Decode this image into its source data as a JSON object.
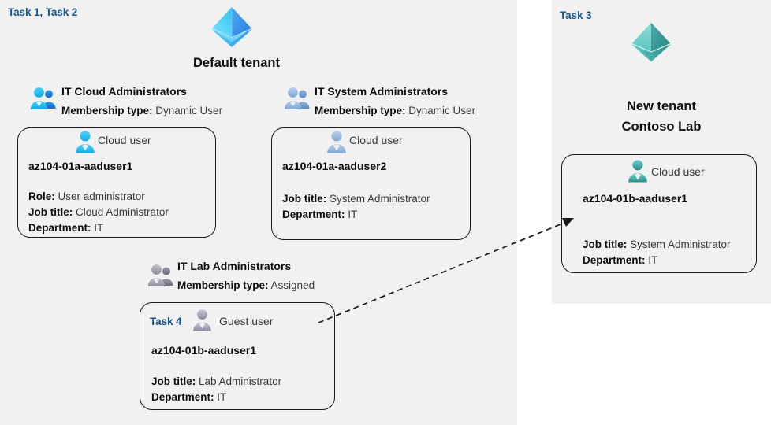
{
  "diagram": {
    "title": "Azure AD tenants, groups and users lab diagram",
    "colors": {
      "panel_bg": "#f1f1f1",
      "task_label": "#16558f",
      "card_border": "#1a1a1a",
      "tenant_blue": "#38b6f0",
      "tenant_teal": "#3fb6b0",
      "user_cyan": "#2bbdf0",
      "user_steel": "#8fb4dc",
      "user_teal": "#3aa6a4",
      "user_grey": "#9a9aa8",
      "group_cyan": "#25bdf2",
      "group_steel": "#8fb4dc",
      "group_grey": "#8e8e9c"
    },
    "panels": [
      {
        "id": "left",
        "task_label": "Task 1, Task 2"
      },
      {
        "id": "right",
        "task_label": "Task 3"
      }
    ],
    "tenants": [
      {
        "id": "default-tenant",
        "icon": "azure-ad-tenant-icon",
        "name_lines": [
          "Default tenant"
        ],
        "accent": "blue"
      },
      {
        "id": "new-tenant",
        "icon": "azure-ad-tenant-icon",
        "name_lines": [
          "New  tenant",
          "Contoso Lab"
        ],
        "accent": "teal"
      }
    ],
    "groups": [
      {
        "id": "it-cloud-administrators",
        "icon": "group-users-icon",
        "icon_variant": "cyan",
        "title": "IT Cloud Administrators",
        "membership_label": "Membership type:",
        "membership_value": "Dynamic User"
      },
      {
        "id": "it-system-administrators",
        "icon": "group-users-icon",
        "icon_variant": "steel",
        "title": "IT System Administrators",
        "membership_label": "Membership type:",
        "membership_value": "Dynamic User"
      },
      {
        "id": "it-lab-administrators",
        "icon": "group-users-icon",
        "icon_variant": "grey",
        "title": "IT Lab Administrators",
        "membership_label": "Membership type:",
        "membership_value": "Assigned"
      }
    ],
    "cards": [
      {
        "id": "card-aaduser1",
        "task_label": "",
        "user_icon": "cloud-user-icon",
        "user_icon_variant": "cyan",
        "user_type": "Cloud user",
        "username": "az104-01a-aaduser1",
        "attributes": [
          {
            "label": "Role:",
            "value": "User administrator"
          },
          {
            "label": "Job title:",
            "value": "Cloud Administrator"
          },
          {
            "label": "Department:",
            "value": "IT"
          }
        ]
      },
      {
        "id": "card-aaduser2",
        "task_label": "",
        "user_icon": "cloud-user-icon",
        "user_icon_variant": "steel",
        "user_type": "Cloud user",
        "username": "az104-01a-aaduser2",
        "attributes": [
          {
            "label": "Job title:",
            "value": "System Administrator"
          },
          {
            "label": "Department:",
            "value": "IT"
          }
        ]
      },
      {
        "id": "card-guest-aaduser1",
        "task_label": "Task 4",
        "user_icon": "guest-user-icon",
        "user_icon_variant": "grey",
        "user_type": "Guest user",
        "username": "az104-01b-aaduser1",
        "attributes": [
          {
            "label": "Job title:",
            "value": "Lab Administrator"
          },
          {
            "label": "Department:",
            "value": "IT"
          }
        ]
      },
      {
        "id": "card-b-aaduser1",
        "task_label": "",
        "user_icon": "cloud-user-icon",
        "user_icon_variant": "teal",
        "user_type": "Cloud user",
        "username": "az104-01b-aaduser1",
        "attributes": [
          {
            "label": "Job title:",
            "value": "System Administrator"
          },
          {
            "label": "Department:",
            "value": "IT"
          }
        ]
      }
    ],
    "connector": {
      "id": "guest-invite-arrow",
      "style": "dashed",
      "from": "card-guest-aaduser1",
      "to": "card-b-aaduser1"
    }
  }
}
